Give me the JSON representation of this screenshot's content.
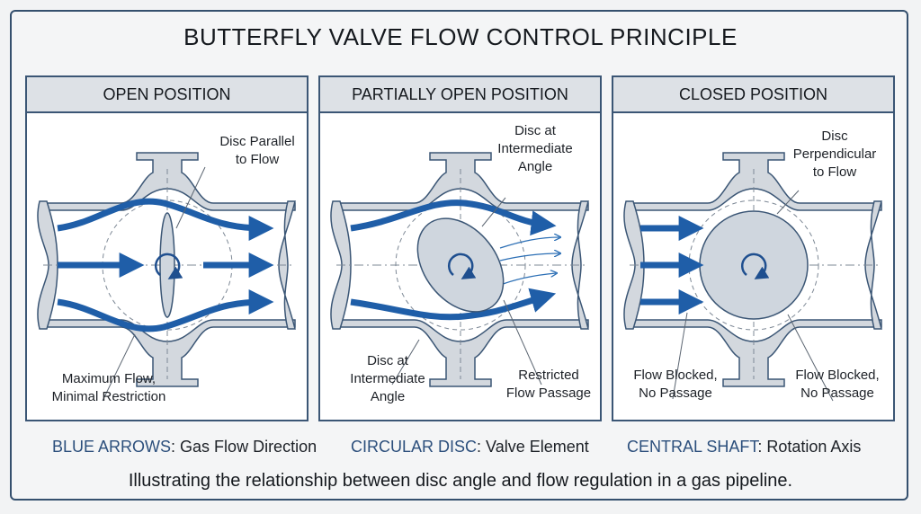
{
  "title": "BUTTERFLY VALVE FLOW CONTROL PRINCIPLE",
  "panels": [
    {
      "heading": "OPEN POSITION",
      "label_top": "Disc Parallel\nto Flow",
      "label_bottom_left": "Maximum Flow,\nMinimal Restriction"
    },
    {
      "heading": "PARTIALLY OPEN POSITION",
      "label_top": "Disc at\nIntermediate\nAngle",
      "label_bottom_left": "Disc at\nIntermediate\nAngle",
      "label_bottom_right": "Restricted\nFlow Passage"
    },
    {
      "heading": "CLOSED POSITION",
      "label_top": "Disc\nPerpendicular\nto Flow",
      "label_bottom_left": "Flow Blocked,\nNo Passage",
      "label_bottom_right": "Flow Blocked,\nNo Passage"
    }
  ],
  "legend": [
    {
      "key": "BLUE ARROWS",
      "value": "Gas Flow Direction"
    },
    {
      "key": "CIRCULAR DISC",
      "value": "Valve Element"
    },
    {
      "key": "CENTRAL SHAFT",
      "value": "Rotation Axis"
    }
  ],
  "caption": "Illustrating the relationship between disc angle and flow regulation in a gas pipeline.",
  "colors": {
    "flow_arrow": "#1f5ea8",
    "outline": "#3b5675",
    "pipe_fill": "#d3d8de",
    "disc_fill": "#cfd6de",
    "header_fill": "#dde1e6"
  }
}
